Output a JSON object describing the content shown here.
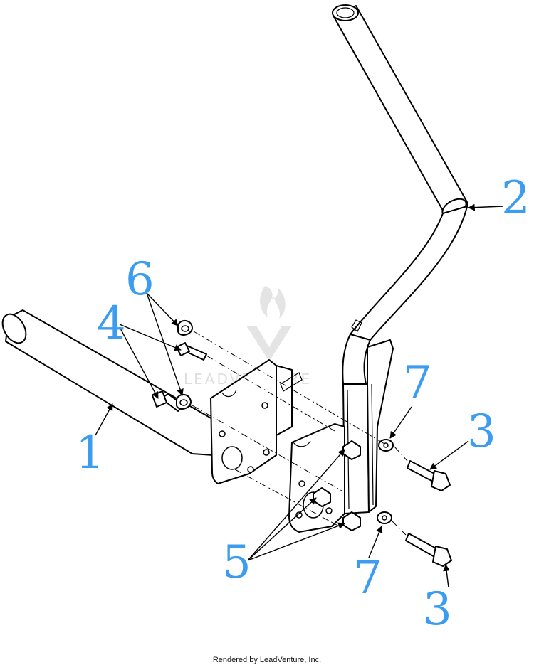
{
  "callouts": [
    {
      "id": "1",
      "label": "1"
    },
    {
      "id": "2",
      "label": "2"
    },
    {
      "id": "3a",
      "label": "3"
    },
    {
      "id": "3b",
      "label": "3"
    },
    {
      "id": "4",
      "label": "4"
    },
    {
      "id": "5",
      "label": "5"
    },
    {
      "id": "6",
      "label": "6"
    },
    {
      "id": "7a",
      "label": "7"
    },
    {
      "id": "7b",
      "label": "7"
    }
  ],
  "watermark": {
    "text": "LEADVENTURE"
  },
  "footer": {
    "text": "Rendered by LeadVenture, Inc."
  },
  "colors": {
    "callout": "#3c9cf0",
    "line": "#000000",
    "watermark": "#dcdcdc"
  }
}
